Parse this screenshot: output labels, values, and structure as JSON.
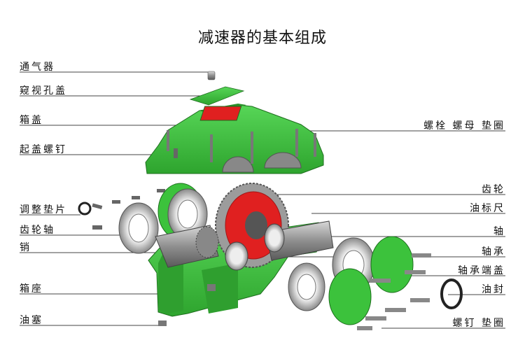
{
  "title": "减速器的基本组成",
  "labels_left": [
    "通气器",
    "窥视孔盖",
    "箱盖",
    "起盖螺钉",
    "调整垫片",
    "齿轮轴",
    "销",
    "箱座",
    "油塞"
  ],
  "labels_right": [
    "螺栓 螺母 垫圈",
    "齿轮",
    "油标尺",
    "轴",
    "轴承",
    "轴承端盖",
    "油封",
    "螺钉 垫圈"
  ],
  "colors": {
    "housing_green": "#3cc23c",
    "housing_dark": "#2a8f2a",
    "gear_red": "#e02020",
    "metal_gray": "#9a9a9a",
    "leader_line": "#444444"
  }
}
